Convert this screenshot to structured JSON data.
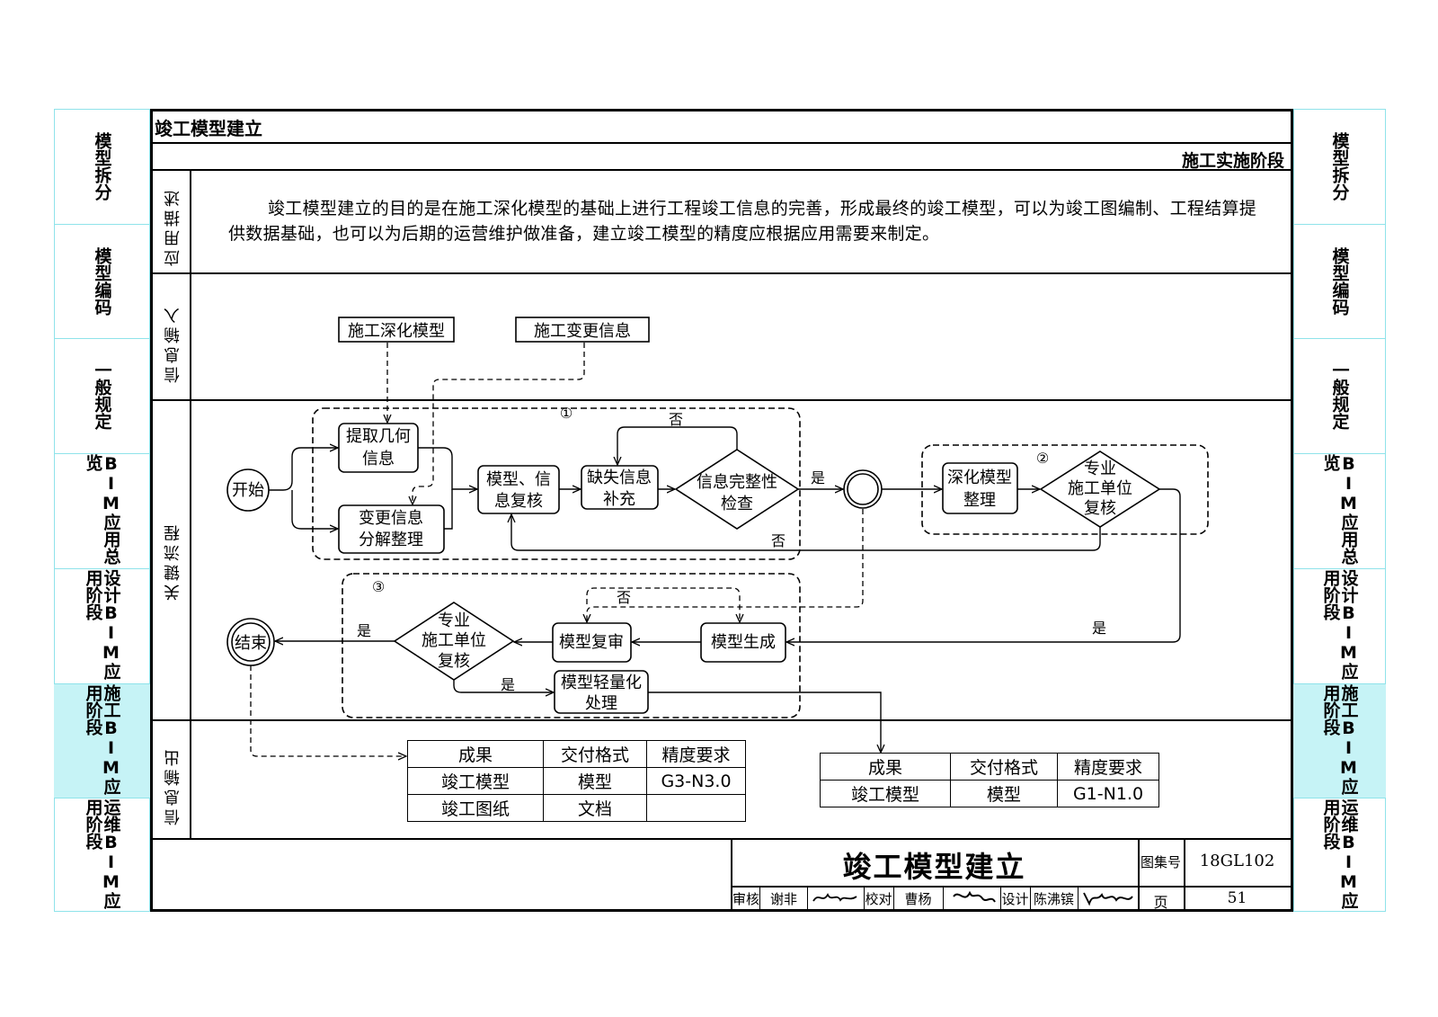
{
  "side_tabs": [
    "模型拆分",
    "模型编码",
    "一般规定",
    "BIM应用总览",
    "设计BIM应用阶段",
    "施工BIM应用阶段",
    "运维BIM应用阶段"
  ],
  "active_tab": 5,
  "header": {
    "title": "竣工模型建立",
    "stage": "施工实施阶段"
  },
  "row_labels": {
    "description": "应用描述",
    "input": "信息输入",
    "process": "关键流程",
    "output": "信息输出"
  },
  "description": "竣工模型建立的目的是在施工深化模型的基础上进行工程竣工信息的完善，形成最终的竣工模型，可以为竣工图编制、工程结算提供数据基础，也可以为后期的运营维护做准备，建立竣工模型的精度应根据应用需要来制定。",
  "inputs": [
    "施工深化模型",
    "施工变更信息"
  ],
  "flow": {
    "start": "开始",
    "end": "结束",
    "group_markers": [
      "①",
      "②",
      "③"
    ],
    "extract": [
      "提取几何",
      "信息"
    ],
    "change": [
      "变更信息",
      "分解整理"
    ],
    "review": [
      "模型、信",
      "息复核"
    ],
    "supplement": [
      "缺失信息",
      "补充"
    ],
    "check": [
      "信息完整性",
      "检查"
    ],
    "deepen": [
      "深化模型",
      "整理"
    ],
    "unit_review": [
      "专业",
      "施工单位",
      "复核"
    ],
    "generate": "模型生成",
    "model_review": "模型复审",
    "unit_review2": [
      "专业",
      "施工单位",
      "复核"
    ],
    "lightweight": [
      "模型轻量化",
      "处理"
    ],
    "yes": "是",
    "no": "否"
  },
  "output_table_1": {
    "headers": [
      "成果",
      "交付格式",
      "精度要求"
    ],
    "rows": [
      [
        "竣工模型",
        "模型",
        "G3-N3.0"
      ],
      [
        "竣工图纸",
        "文档",
        ""
      ]
    ]
  },
  "output_table_2": {
    "headers": [
      "成果",
      "交付格式",
      "精度要求"
    ],
    "rows": [
      [
        "竣工模型",
        "模型",
        "G1-N1.0"
      ]
    ]
  },
  "title_block": {
    "title": "竣工模型建立",
    "atlas_label": "图集号",
    "atlas_no": "18GL102",
    "audit_label": "审核",
    "audit_name": "谢非",
    "check_label": "校对",
    "check_name": "曹杨",
    "design_label": "设计",
    "design_name": "陈沸镔",
    "page_label": "页",
    "page_no": "51"
  }
}
